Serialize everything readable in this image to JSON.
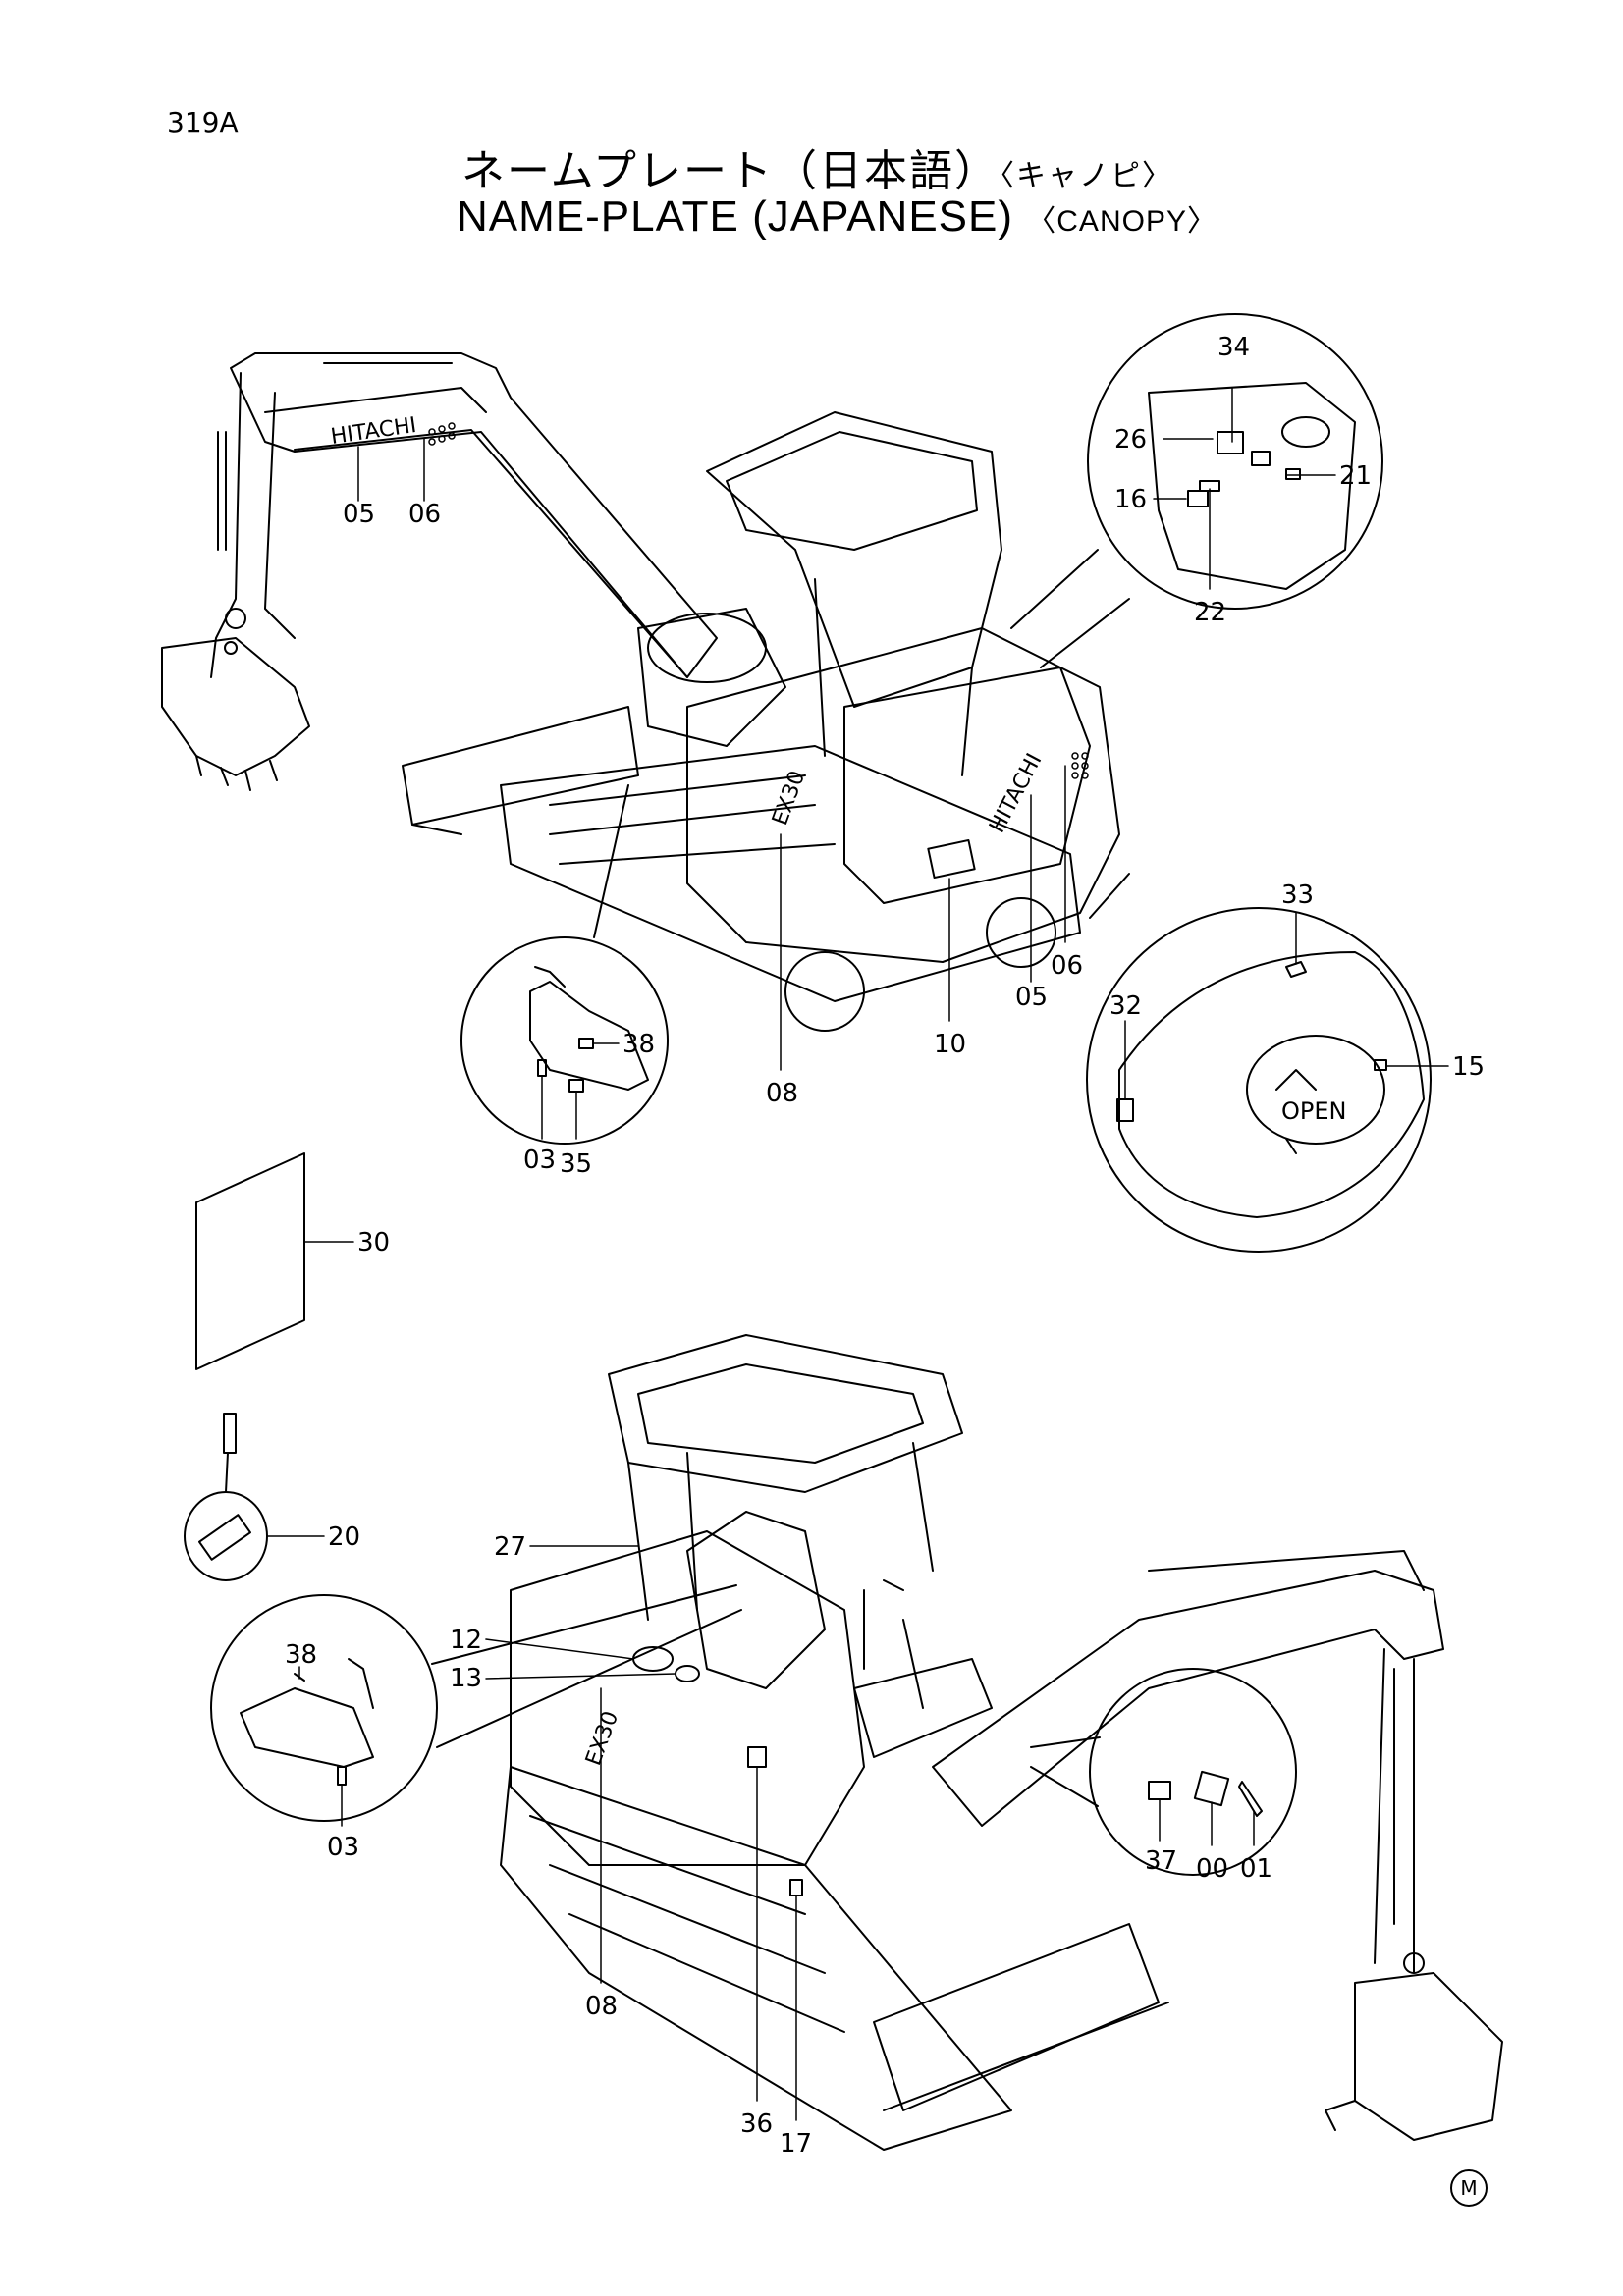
{
  "page": {
    "code": "319A",
    "title_jp": "ネームプレート（日本語）",
    "title_jp_sub": "〈キャノピ〉",
    "title_en": "NAME-PLATE (JAPANESE)",
    "title_en_sub": "〈CANOPY〉",
    "corner_mark": "M"
  },
  "decals": {
    "hitachi": "HITACHI",
    "model_top": "EX30",
    "model_bottom": "EX30",
    "open": "OPEN"
  },
  "callouts": {
    "c05a": "05",
    "c06a": "06",
    "c34": "34",
    "c26": "26",
    "c21": "21",
    "c16": "16",
    "c22": "22",
    "c05b": "05",
    "c06b": "06",
    "c10": "10",
    "c08a": "08",
    "c38a": "38",
    "c03a": "03",
    "c35": "35",
    "c33": "33",
    "c32": "32",
    "c15": "15",
    "c30": "30",
    "c20": "20",
    "c27": "27",
    "c12": "12",
    "c13": "13",
    "c38b": "38",
    "c03b": "03",
    "c37": "37",
    "c00": "00",
    "c01": "01",
    "c08b": "08",
    "c36": "36",
    "c17": "17"
  }
}
